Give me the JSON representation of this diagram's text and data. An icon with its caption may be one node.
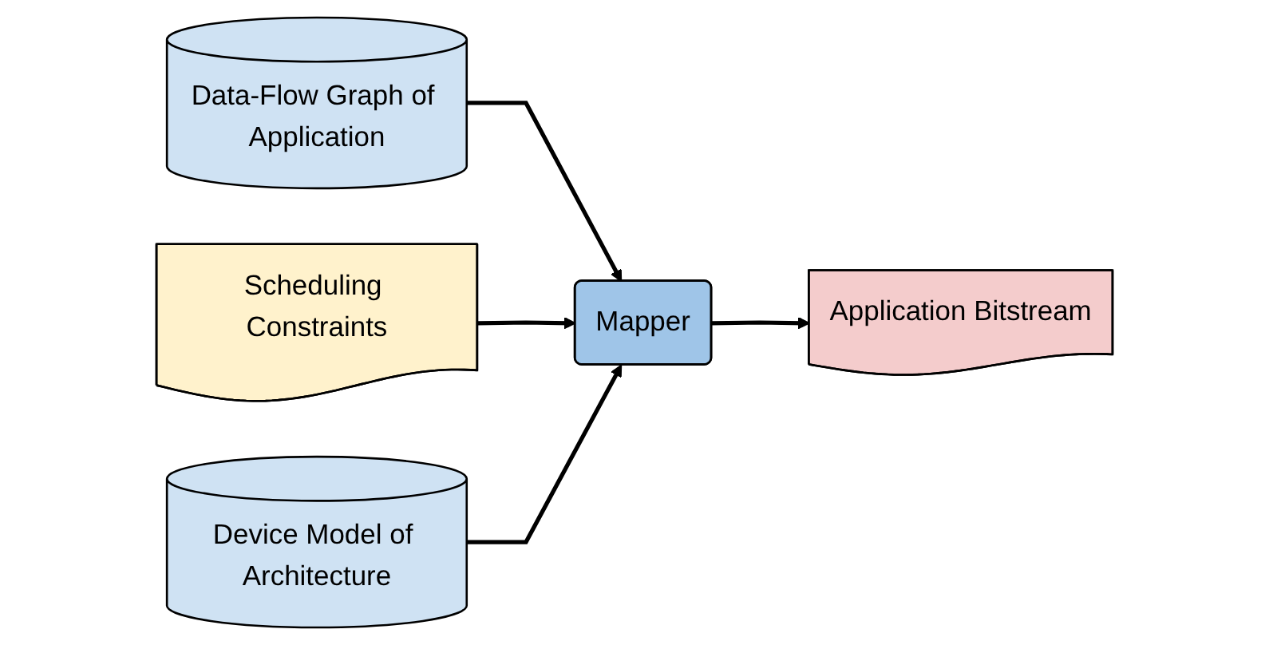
{
  "diagram": {
    "nodes": [
      {
        "text": [
          "Data-Flow Graph of Application"
        ]
      },
      {
        "text": [
          "Scheduling Constraints"
        ]
      },
      {
        "text": [
          "Mapper"
        ]
      },
      {
        "text": [
          "Application Bitstream"
        ]
      },
      {
        "text": [
          "Device Model of Architecture"
        ]
      }
    ],
    "edges": [
      {
        "from": 0,
        "to": 2,
        "arrow": "to"
      },
      {
        "from": 1,
        "to": 2,
        "arrow": "to"
      },
      {
        "from": 2,
        "to": 3,
        "arrow": "to"
      },
      {
        "from": 4,
        "to": 2,
        "arrow": "to"
      }
    ]
  }
}
